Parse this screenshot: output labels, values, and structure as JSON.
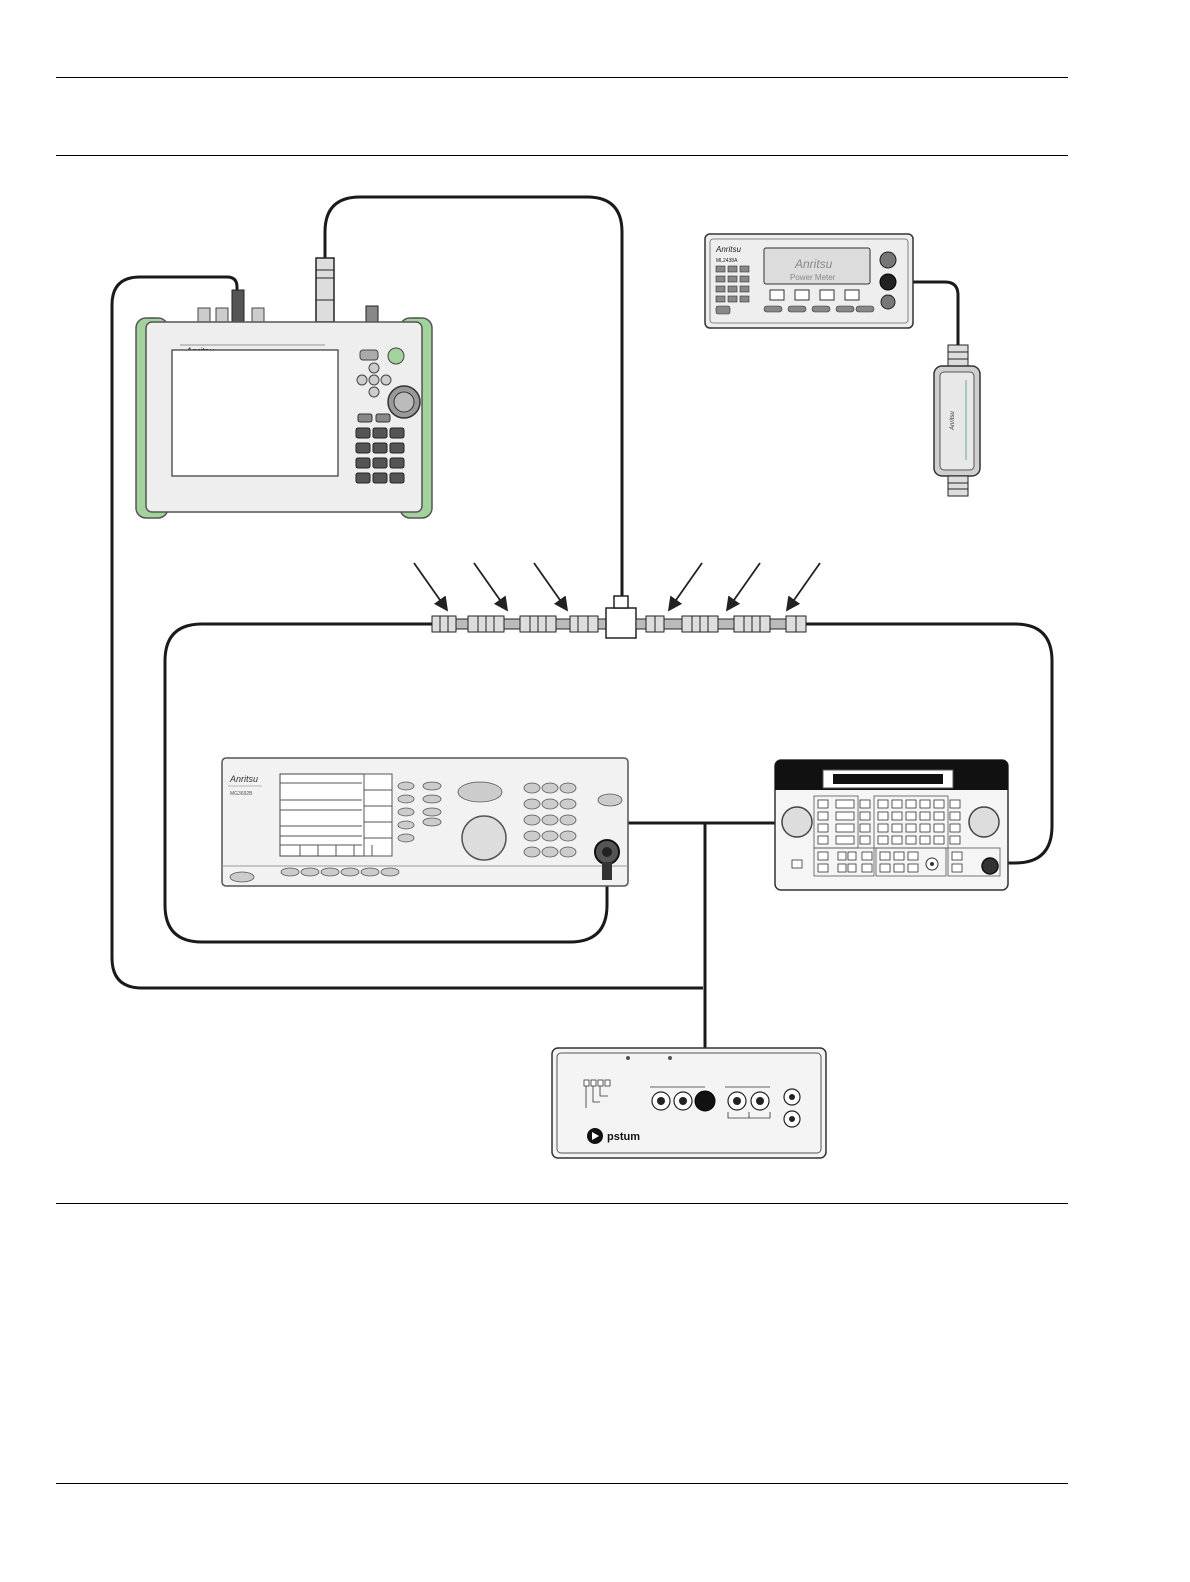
{
  "handheld": {
    "brand": "Anritsu"
  },
  "power_meter": {
    "brand": "Anritsu",
    "model": "ML2438A",
    "display": "Power Meter"
  },
  "power_sensor": {
    "brand": "Anritsu"
  },
  "signal_generator": {
    "brand": "Anritsu",
    "model": "MG3692B"
  },
  "frequency_reference": {
    "brand": "pstum"
  },
  "colors": {
    "bumper": "#a3d39c",
    "line": "#1a1a1a",
    "panel": "#eeeeee",
    "screen": "#dcdcdc"
  }
}
